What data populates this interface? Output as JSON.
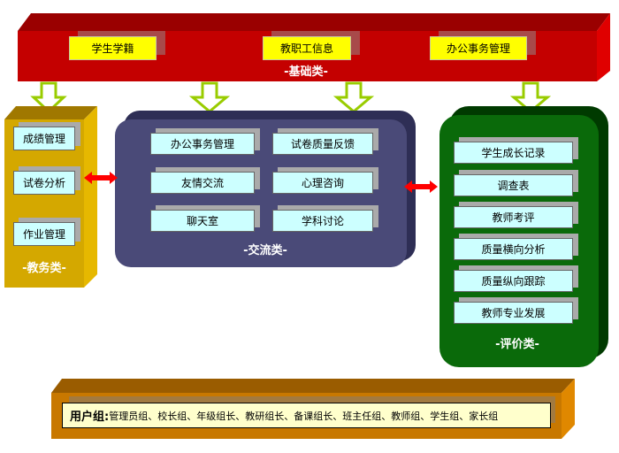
{
  "basic": {
    "label": "-基础类-",
    "items": [
      "学生学籍",
      "教职工信息",
      "办公事务管理"
    ],
    "color": "#c40000"
  },
  "teaching": {
    "label": "-教务类-",
    "items": [
      "成绩管理",
      "试卷分析",
      "作业管理"
    ],
    "color": "#d4a800"
  },
  "communication": {
    "label": "-交流类-",
    "items": [
      "办公事务管理",
      "试卷质量反馈",
      "友情交流",
      "心理咨询",
      "聊天室",
      "学科讨论"
    ],
    "color": "#4a4a78"
  },
  "evaluation": {
    "label": "-评价类-",
    "items": [
      "学生成长记录",
      "调查表",
      "教师考评",
      "质量横向分析",
      "质量纵向跟踪",
      "教师专业发展"
    ],
    "color": "#0a6a0a"
  },
  "users": {
    "title": "用户组:",
    "list": "管理员组、校长组、年级组长、教研组长、备课组长、班主任组、教师组、学生组、家长组",
    "color": "#c87800"
  }
}
